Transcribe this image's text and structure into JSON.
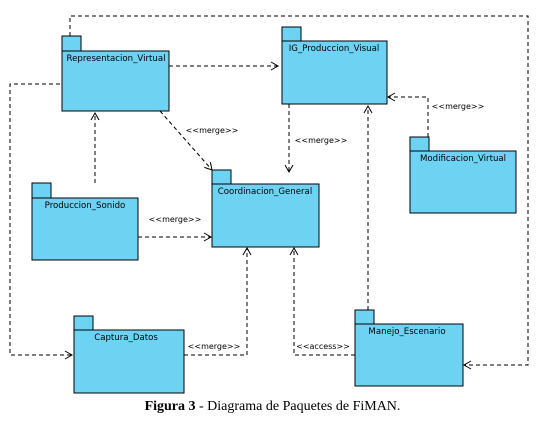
{
  "colors": {
    "package_fill": "#6ed3f3",
    "package_stroke": "#000000",
    "line": "#000000"
  },
  "packages": {
    "representacion": "Representacion_Virtual",
    "ig_produccion": "IG_Produccion_Visual",
    "modificacion": "Modificacion_Virtual",
    "coordinacion": "Coordinacion_General",
    "produccion_sonido": "Produccion_Sonido",
    "captura": "Captura_Datos",
    "manejo": "Manejo_Escenario"
  },
  "stereotypes": {
    "merge_rep_coord": "<<merge>>",
    "merge_ig_coord": "<<merge>>",
    "merge_mod_ig": "<<merge>>",
    "merge_sonido_coord": "<<merge>>",
    "merge_captura_coord": "<<merge>>",
    "access_manejo_coord": "<<access>>"
  },
  "caption": {
    "label": "Figura 3",
    "text": " - Diagrama de Paquetes de FiMAN."
  }
}
